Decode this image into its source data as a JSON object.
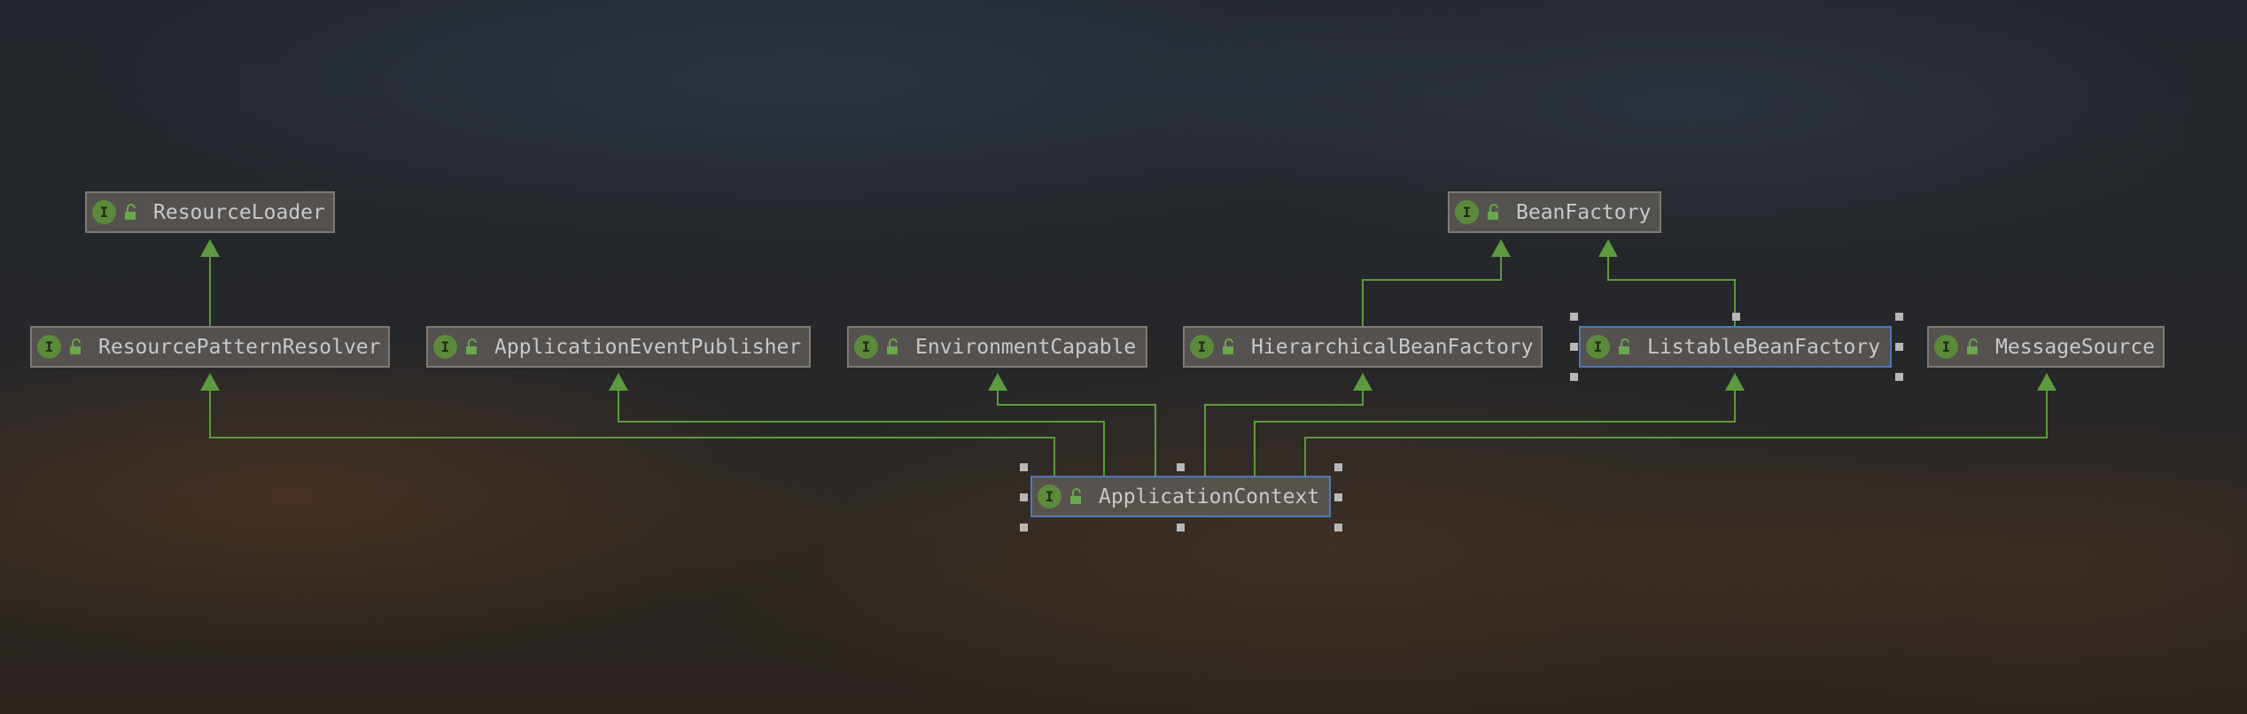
{
  "diagram": {
    "type": "uml-class-hierarchy",
    "colors": {
      "edge": "#5b9a3e",
      "node_border": "#7e7a74",
      "selected_border": "#4f79b8",
      "interface_badge": "#5c8a3c"
    },
    "badge_letter": "I",
    "nodes": [
      {
        "id": "resource_loader",
        "label": "ResourceLoader",
        "kind": "interface"
      },
      {
        "id": "bean_factory",
        "label": "BeanFactory",
        "kind": "interface"
      },
      {
        "id": "resource_pattern_resolver",
        "label": "ResourcePatternResolver",
        "kind": "interface"
      },
      {
        "id": "application_event_publisher",
        "label": "ApplicationEventPublisher",
        "kind": "interface"
      },
      {
        "id": "environment_capable",
        "label": "EnvironmentCapable",
        "kind": "interface"
      },
      {
        "id": "hierarchical_bean_factory",
        "label": "HierarchicalBeanFactory",
        "kind": "interface"
      },
      {
        "id": "listable_bean_factory",
        "label": "ListableBeanFactory",
        "kind": "interface",
        "selected": true
      },
      {
        "id": "message_source",
        "label": "MessageSource",
        "kind": "interface"
      },
      {
        "id": "application_context",
        "label": "ApplicationContext",
        "kind": "interface",
        "selected": true
      }
    ],
    "edges": [
      {
        "from": "resource_pattern_resolver",
        "to": "resource_loader",
        "relation": "extends"
      },
      {
        "from": "hierarchical_bean_factory",
        "to": "bean_factory",
        "relation": "extends"
      },
      {
        "from": "listable_bean_factory",
        "to": "bean_factory",
        "relation": "extends"
      },
      {
        "from": "application_context",
        "to": "resource_pattern_resolver",
        "relation": "extends"
      },
      {
        "from": "application_context",
        "to": "application_event_publisher",
        "relation": "extends"
      },
      {
        "from": "application_context",
        "to": "environment_capable",
        "relation": "extends"
      },
      {
        "from": "application_context",
        "to": "hierarchical_bean_factory",
        "relation": "extends"
      },
      {
        "from": "application_context",
        "to": "listable_bean_factory",
        "relation": "extends"
      },
      {
        "from": "application_context",
        "to": "message_source",
        "relation": "extends"
      }
    ]
  }
}
